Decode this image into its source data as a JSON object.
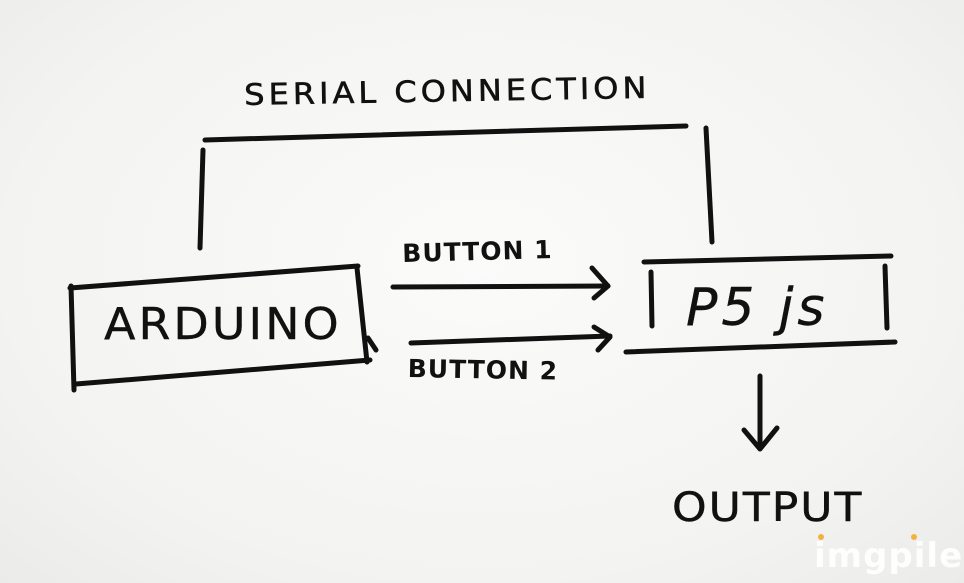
{
  "diagram": {
    "serial_label": "SERIAL CONNECTION",
    "arduino_label": "ARDUINO",
    "p5_label": "P5 js",
    "button1_label": "BUTTON 1",
    "button2_label": "BUTTON 2",
    "output_label": "OUTPUT"
  },
  "watermark": {
    "text": "imgpile",
    "dot_color": "#f3b13e"
  },
  "colors": {
    "ink": "#111111",
    "paper": "#f4f4f2"
  }
}
